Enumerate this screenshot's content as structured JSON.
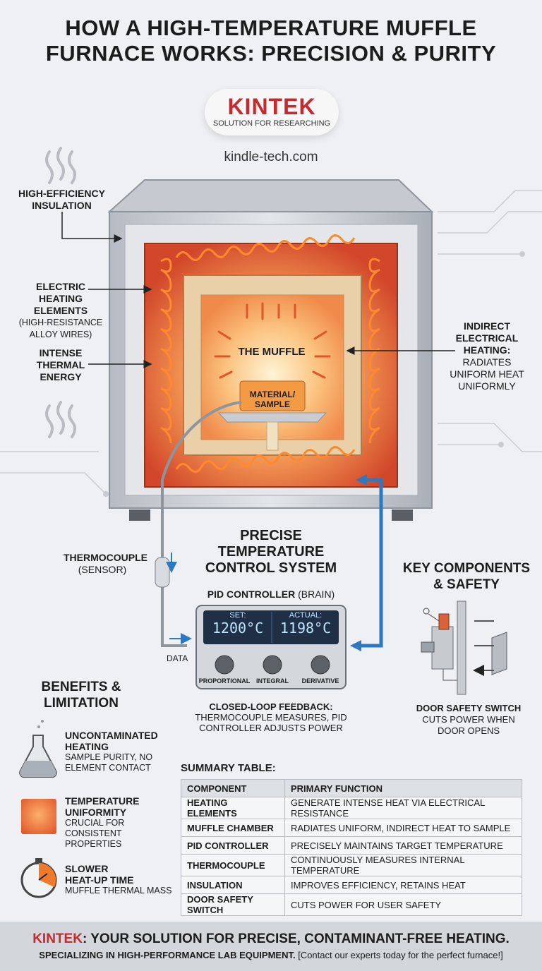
{
  "title": {
    "line1": "HOW A HIGH-TEMPERATURE MUFFLE",
    "line2": "FURNACE WORKS: PRECISION & PURITY"
  },
  "brand": {
    "name": "KINTEK",
    "tagline": "SOLUTION FOR RESEARCHING",
    "website": "kindle-tech.com"
  },
  "labels": {
    "insulation": {
      "line1": "HIGH-EFFICIENCY",
      "line2": "INSULATION"
    },
    "heating_elements": {
      "line1": "ELECTRIC",
      "line2": "HEATING",
      "line3": "ELEMENTS",
      "line4": "(HIGH-RESISTANCE",
      "line5": "ALLOY WIRES)"
    },
    "thermal_energy": {
      "line1": "INTENSE",
      "line2": "THERMAL",
      "line3": "ENERGY"
    },
    "muffle": "THE MUFFLE",
    "sample": {
      "line1": "MATERIAL/",
      "line2": "SAMPLE"
    },
    "indirect": {
      "line1": "INDIRECT",
      "line2": "ELECTRICAL",
      "line3": "HEATING:",
      "line4": "RADIATES",
      "line5": "UNIFORM HEAT",
      "line6": "UNIFORMLY"
    },
    "thermocouple": {
      "name": "THERMOCOUPLE",
      "role": "(SENSOR)"
    },
    "data": "DATA"
  },
  "control": {
    "heading": {
      "line1": "PRECISE",
      "line2": "TEMPERATURE",
      "line3": "CONTROL SYSTEM"
    },
    "pid_label": {
      "name": "PID CONTROLLER",
      "role": "(BRAIN)"
    },
    "set_label": "SET:",
    "set_value": "1200°C",
    "actual_label": "ACTUAL:",
    "actual_value": "1198°C",
    "knobs": [
      "PROPORTIONAL",
      "INTEGRAL",
      "DERIVATIVE"
    ],
    "feedback": {
      "line1": "CLOSED-LOOP FEEDBACK:",
      "line2": "THERMOCOUPLE MEASURES, PID",
      "line3": "CONTROLLER ADJUSTS POWER"
    }
  },
  "safety": {
    "heading": {
      "line1": "KEY COMPONENTS",
      "line2": "& SAFETY"
    },
    "switch_title": "DOOR SAFETY SWITCH",
    "switch_desc": {
      "line1": "CUTS POWER WHEN",
      "line2": "DOOR OPENS"
    }
  },
  "benefits": {
    "heading": {
      "line1": "BENEFITS &",
      "line2": "LIMITATION"
    },
    "items": [
      {
        "icon": "flask-icon",
        "title1": "UNCONTAMINATED",
        "title2": "HEATING",
        "desc1": "SAMPLE PURITY, NO",
        "desc2": "ELEMENT CONTACT"
      },
      {
        "icon": "orange-square-icon",
        "title1": "TEMPERATURE",
        "title2": "UNIFORMITY",
        "desc1": "CRUCIAL FOR",
        "desc2": "CONSISTENT PROPERTIES"
      },
      {
        "icon": "stopwatch-icon",
        "title1": "SLOWER",
        "title2": "HEAT-UP TIME",
        "desc1": "MUFFLE THERMAL MASS",
        "desc2": ""
      }
    ]
  },
  "summary": {
    "heading": "SUMMARY TABLE:",
    "columns": [
      "COMPONENT",
      "PRIMARY FUNCTION"
    ],
    "rows": [
      [
        "HEATING ELEMENTS",
        "GENERATE INTENSE HEAT VIA ELECTRICAL RESISTANCE"
      ],
      [
        "MUFFLE CHAMBER",
        "RADIATES UNIFORM, INDIRECT HEAT TO SAMPLE"
      ],
      [
        "PID CONTROLLER",
        "PRECISELY MAINTAINS TARGET TEMPERATURE"
      ],
      [
        "THERMOCOUPLE",
        "CONTINUOUSLY MEASURES INTERNAL TEMPERATURE"
      ],
      [
        "INSULATION",
        "IMPROVES EFFICIENCY, RETAINS HEAT"
      ],
      [
        "DOOR SAFETY SWITCH",
        "CUTS POWER FOR USER SAFETY"
      ]
    ]
  },
  "footer": {
    "brand": "KINTEK",
    "line1_rest": ": YOUR SOLUTION FOR PRECISE, CONTAMINANT-FREE HEATING.",
    "line2_bold": "SPECIALIZING IN HIGH-PERFORMANCE LAB EQUIPMENT.",
    "line2_rest": " [Contact our experts today for the perfect furnace!]"
  },
  "colors": {
    "brand_red": "#c42a2f",
    "heat_orange": "#f07a2a",
    "cable_blue": "#2e78c0"
  }
}
